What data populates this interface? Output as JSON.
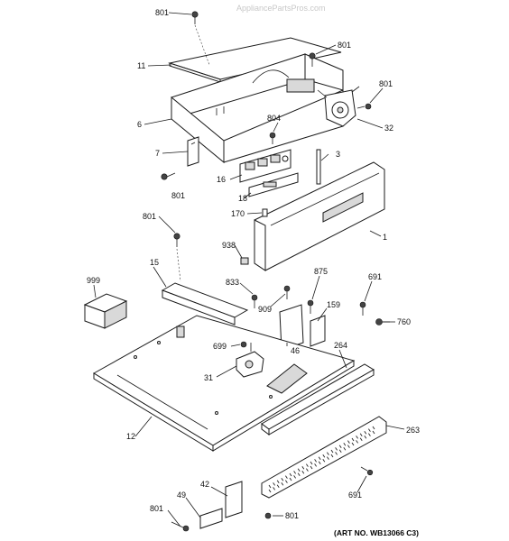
{
  "watermark": "AppliancePartsPros.com",
  "art_number": "(ART NO. WB13066 C3)",
  "callouts": {
    "c801_top": "801",
    "c801_right_top": "801",
    "c801_right2": "801",
    "c801_left_mid": "801",
    "c801_left_low": "801",
    "c801_bottom_left": "801",
    "c801_bottom_mid": "801",
    "c11": "11",
    "c6": "6",
    "c7": "7",
    "c804": "804",
    "c3": "3",
    "c32": "32",
    "c16": "16",
    "c18": "18",
    "c170": "170",
    "c1": "1",
    "c938": "938",
    "c999": "999",
    "c15": "15",
    "c833": "833",
    "c909": "909",
    "c875": "875",
    "c691_top": "691",
    "c691_bottom": "691",
    "c159": "159",
    "c760": "760",
    "c699": "699",
    "c46": "46",
    "c264": "264",
    "c31": "31",
    "c263": "263",
    "c12": "12",
    "c42": "42",
    "c49": "49"
  }
}
